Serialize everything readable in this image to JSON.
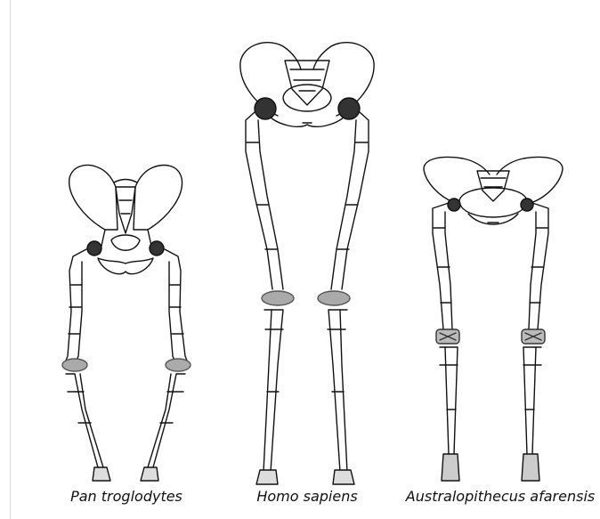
{
  "species": [
    {
      "id": "pan",
      "label": "Pan troglodytes"
    },
    {
      "id": "homo",
      "label": "Homo sapiens"
    },
    {
      "id": "australopithecus",
      "label": "Australopithecus afarensis"
    }
  ],
  "colors": {
    "line": "#111111",
    "joint": "#333333",
    "background": "#ffffff"
  }
}
